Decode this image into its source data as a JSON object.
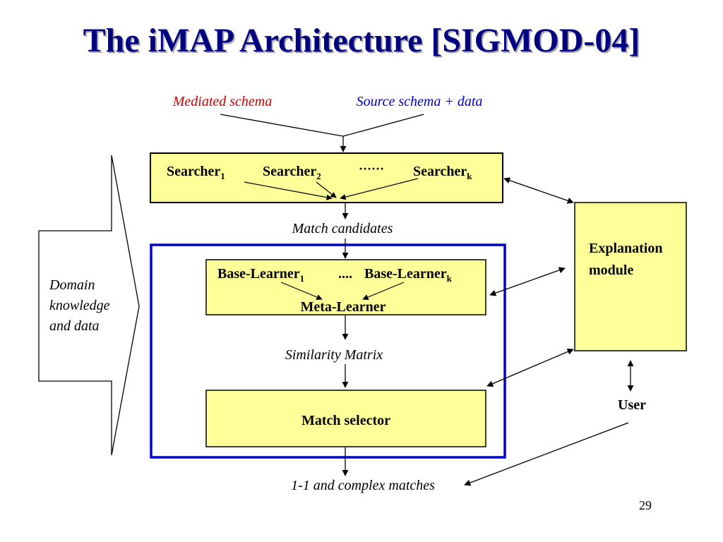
{
  "slide": {
    "title": "The iMAP Architecture [SIGMOD-04]",
    "page_number": "29"
  },
  "inputs": {
    "mediated_schema": "Mediated schema",
    "source_schema": "Source schema + data"
  },
  "searchers": {
    "searcher_1": "Searcher",
    "searcher_1_sub": "1",
    "searcher_2": "Searcher",
    "searcher_2_sub": "2",
    "ellipsis": "······",
    "searcher_k": "Searcher",
    "searcher_k_sub": "k"
  },
  "match_candidates": "Match candidates",
  "learners": {
    "base_learner_1": "Base-Learner",
    "base_learner_1_sub": "1",
    "ellipsis": "....",
    "base_learner_k": "Base-Learner",
    "base_learner_k_sub": "k",
    "meta_learner": "Meta-Learner"
  },
  "similarity_matrix": "Similarity Matrix",
  "match_selector": "Match selector",
  "output": "1-1 and complex matches",
  "domain_knowledge": {
    "line1": "Domain",
    "line2": "knowledge",
    "line3": "and data"
  },
  "explanation_module": {
    "line1": "Explanation",
    "line2": "module"
  },
  "user": "User",
  "colors": {
    "title": "#000080",
    "box_fill": "#ffff99",
    "blue_frame": "#0000cc",
    "mediated_text": "#cc0000",
    "source_text": "#0000cc"
  }
}
